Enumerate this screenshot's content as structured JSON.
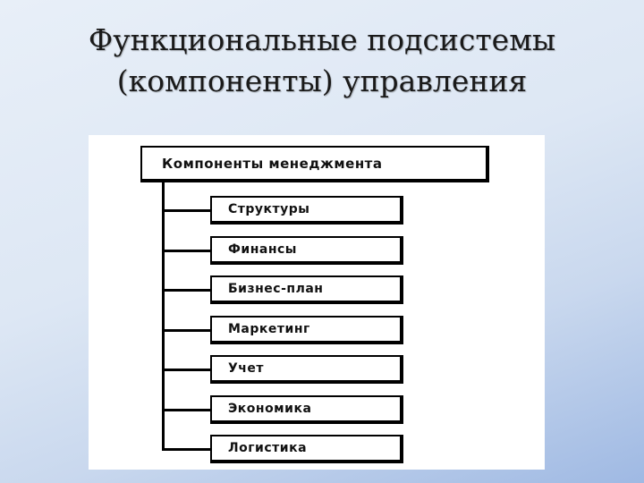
{
  "title": {
    "line1": "Функциональные подсистемы",
    "line2": "(компоненты) управления"
  },
  "diagram": {
    "root": "Компоненты менеджмента",
    "items": [
      "Структуры",
      "Финансы",
      "Бизнес-план",
      "Маркетинг",
      "Учет",
      "Экономика",
      "Логистика"
    ]
  }
}
